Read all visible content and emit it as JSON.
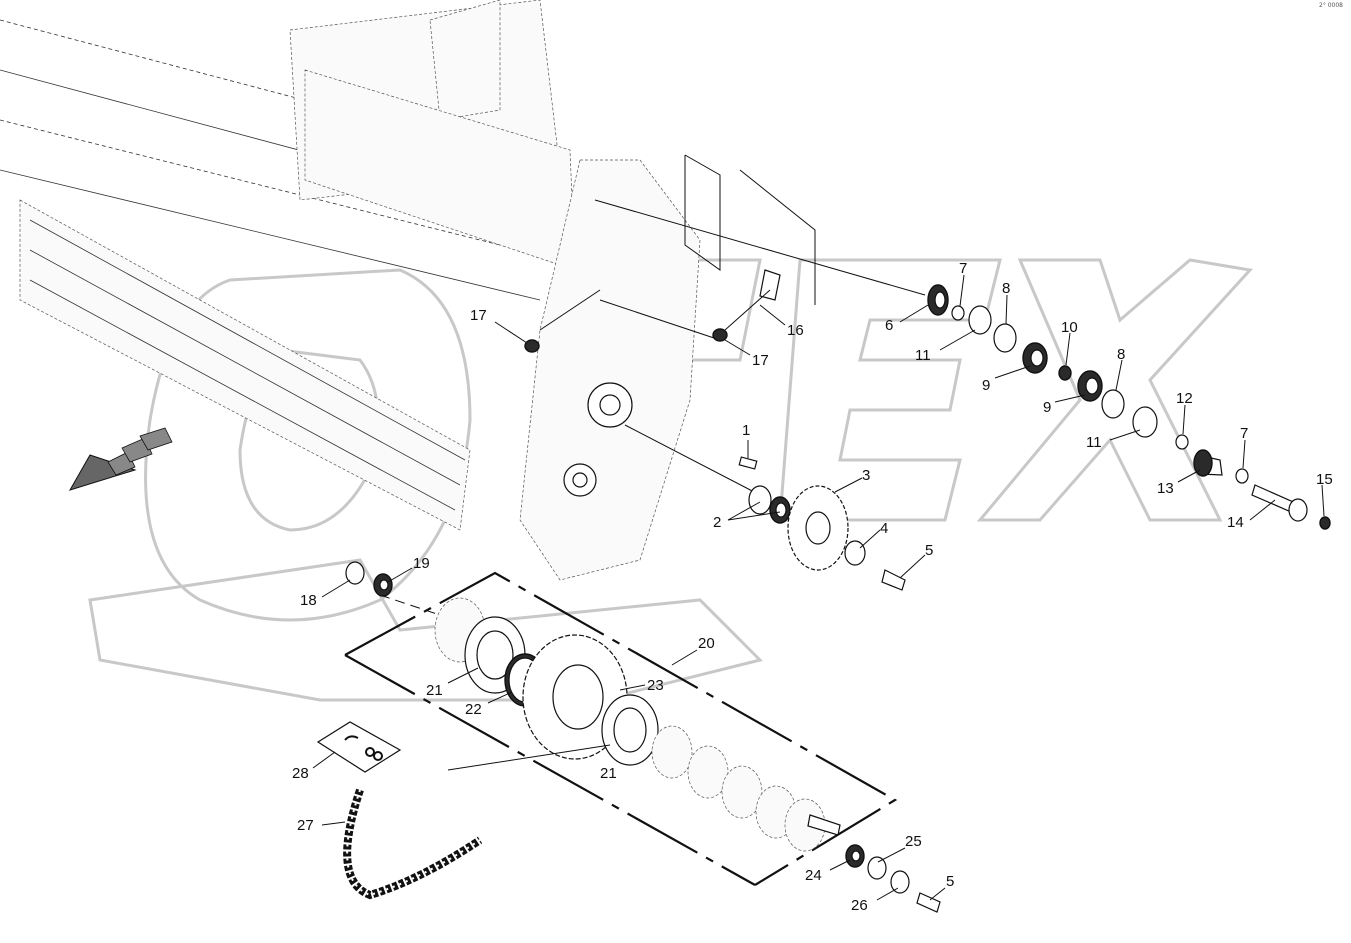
{
  "corner_code": "2° 0008",
  "callouts": [
    {
      "id": "c1",
      "text": "1"
    },
    {
      "id": "c2",
      "text": "2"
    },
    {
      "id": "c3",
      "text": "3"
    },
    {
      "id": "c4",
      "text": "4"
    },
    {
      "id": "c5a",
      "text": "5"
    },
    {
      "id": "c5b",
      "text": "5"
    },
    {
      "id": "c6",
      "text": "6"
    },
    {
      "id": "c7a",
      "text": "7"
    },
    {
      "id": "c7b",
      "text": "7"
    },
    {
      "id": "c8a",
      "text": "8"
    },
    {
      "id": "c8b",
      "text": "8"
    },
    {
      "id": "c9a",
      "text": "9"
    },
    {
      "id": "c9b",
      "text": "9"
    },
    {
      "id": "c10",
      "text": "10"
    },
    {
      "id": "c11a",
      "text": "11"
    },
    {
      "id": "c11b",
      "text": "11"
    },
    {
      "id": "c12",
      "text": "12"
    },
    {
      "id": "c13",
      "text": "13"
    },
    {
      "id": "c14",
      "text": "14"
    },
    {
      "id": "c15",
      "text": "15"
    },
    {
      "id": "c16",
      "text": "16"
    },
    {
      "id": "c17a",
      "text": "17"
    },
    {
      "id": "c17b",
      "text": "17"
    },
    {
      "id": "c18",
      "text": "18"
    },
    {
      "id": "c19",
      "text": "19"
    },
    {
      "id": "c20",
      "text": "20"
    },
    {
      "id": "c21a",
      "text": "21"
    },
    {
      "id": "c21b",
      "text": "21"
    },
    {
      "id": "c22",
      "text": "22"
    },
    {
      "id": "c23",
      "text": "23"
    },
    {
      "id": "c24",
      "text": "24"
    },
    {
      "id": "c25",
      "text": "25"
    },
    {
      "id": "c26",
      "text": "26"
    },
    {
      "id": "c27",
      "text": "27"
    },
    {
      "id": "c28",
      "text": "28"
    }
  ]
}
